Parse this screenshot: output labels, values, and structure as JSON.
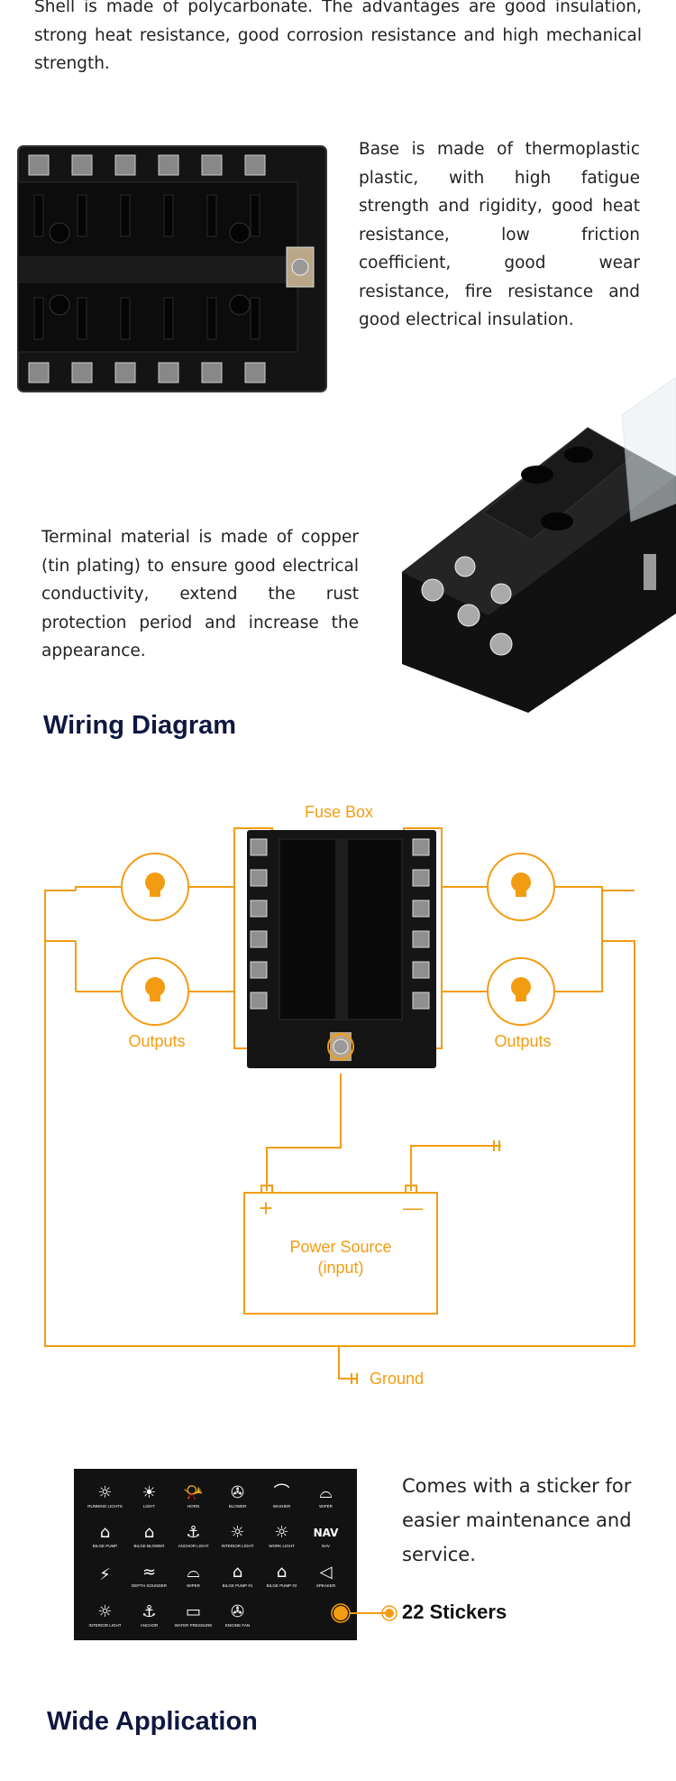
{
  "shell_text": "Shell is made of polycarbonate. The advantages are good insulation, strong heat resistance, good corrosion resistance and high mechanical strength.",
  "base_text": "Base is made of thermoplastic plastic, with high fatigue strength and rigidity, good heat resistance, low friction coefficient, good wear resistance, fire resistance and good electrical insulation.",
  "terminal_text": "Terminal material is made of copper (tin plating) to ensure good electrical conductivity, extend the rust protection period and increase the appearance.",
  "wiring_heading": "Wiring Diagram",
  "diagram": {
    "fuse_box": "Fuse Box",
    "outputs_left": "Outputs",
    "outputs_right": "Outputs",
    "power_line1": "Power Source",
    "power_line2": "(input)",
    "plus": "+",
    "minus": "—",
    "ground": "Ground",
    "accent_color": "#f39c12"
  },
  "sticker": {
    "caption": "Comes with a sticker for easier maintenance and service.",
    "count_label": "22 Stickers",
    "labels": [
      "RUNNING LIGHTS",
      "LIGHT",
      "HORN",
      "BLOWER",
      "WASHER",
      "WIPER",
      "BILGE PUMP",
      "BILGE BLOWER",
      "ANCHOR LIGHT",
      "INTERIOR LIGHT",
      "WORK LIGHT",
      "NAV",
      "",
      "DEPTH SOUNDER",
      "WIPER",
      "BILGE PUMP #1",
      "BILGE PUMP #2",
      "SPEAKER",
      "INTERIOR LIGHT",
      "ANCHOR",
      "WATER PRESSURE",
      "ENGINE FAN"
    ]
  },
  "application_heading": "Wide Application"
}
